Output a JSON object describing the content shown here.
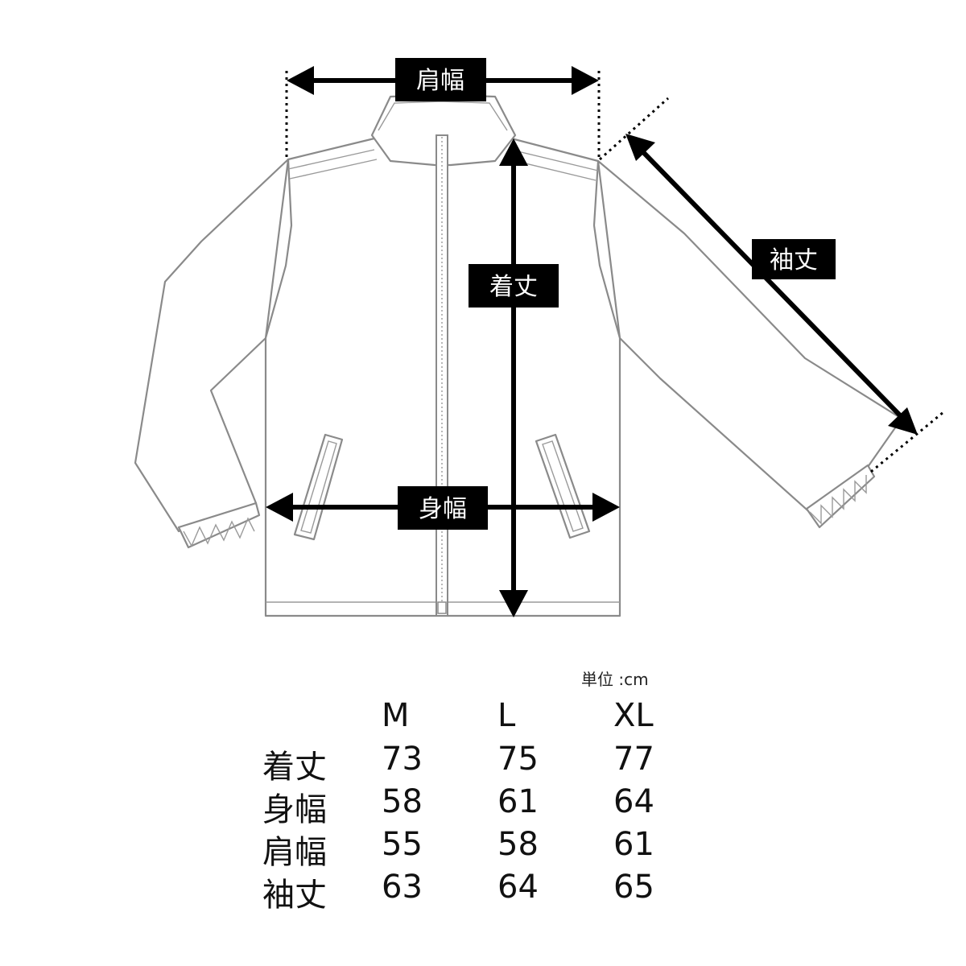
{
  "labels": {
    "shoulder": "肩幅",
    "length": "着丈",
    "sleeve": "袖丈",
    "chest": "身幅"
  },
  "table": {
    "unit": "単位 :cm",
    "sizes": [
      "M",
      "L",
      "XL"
    ],
    "rows": [
      {
        "label": "着丈",
        "values": [
          "73",
          "75",
          "77"
        ]
      },
      {
        "label": "身幅",
        "values": [
          "58",
          "61",
          "64"
        ]
      },
      {
        "label": "肩幅",
        "values": [
          "55",
          "58",
          "61"
        ]
      },
      {
        "label": "袖丈",
        "values": [
          "63",
          "64",
          "65"
        ]
      }
    ]
  },
  "colors": {
    "outline": "#8a8a8a",
    "arrow": "#000000",
    "label_bg": "#000000",
    "label_text": "#ffffff"
  }
}
